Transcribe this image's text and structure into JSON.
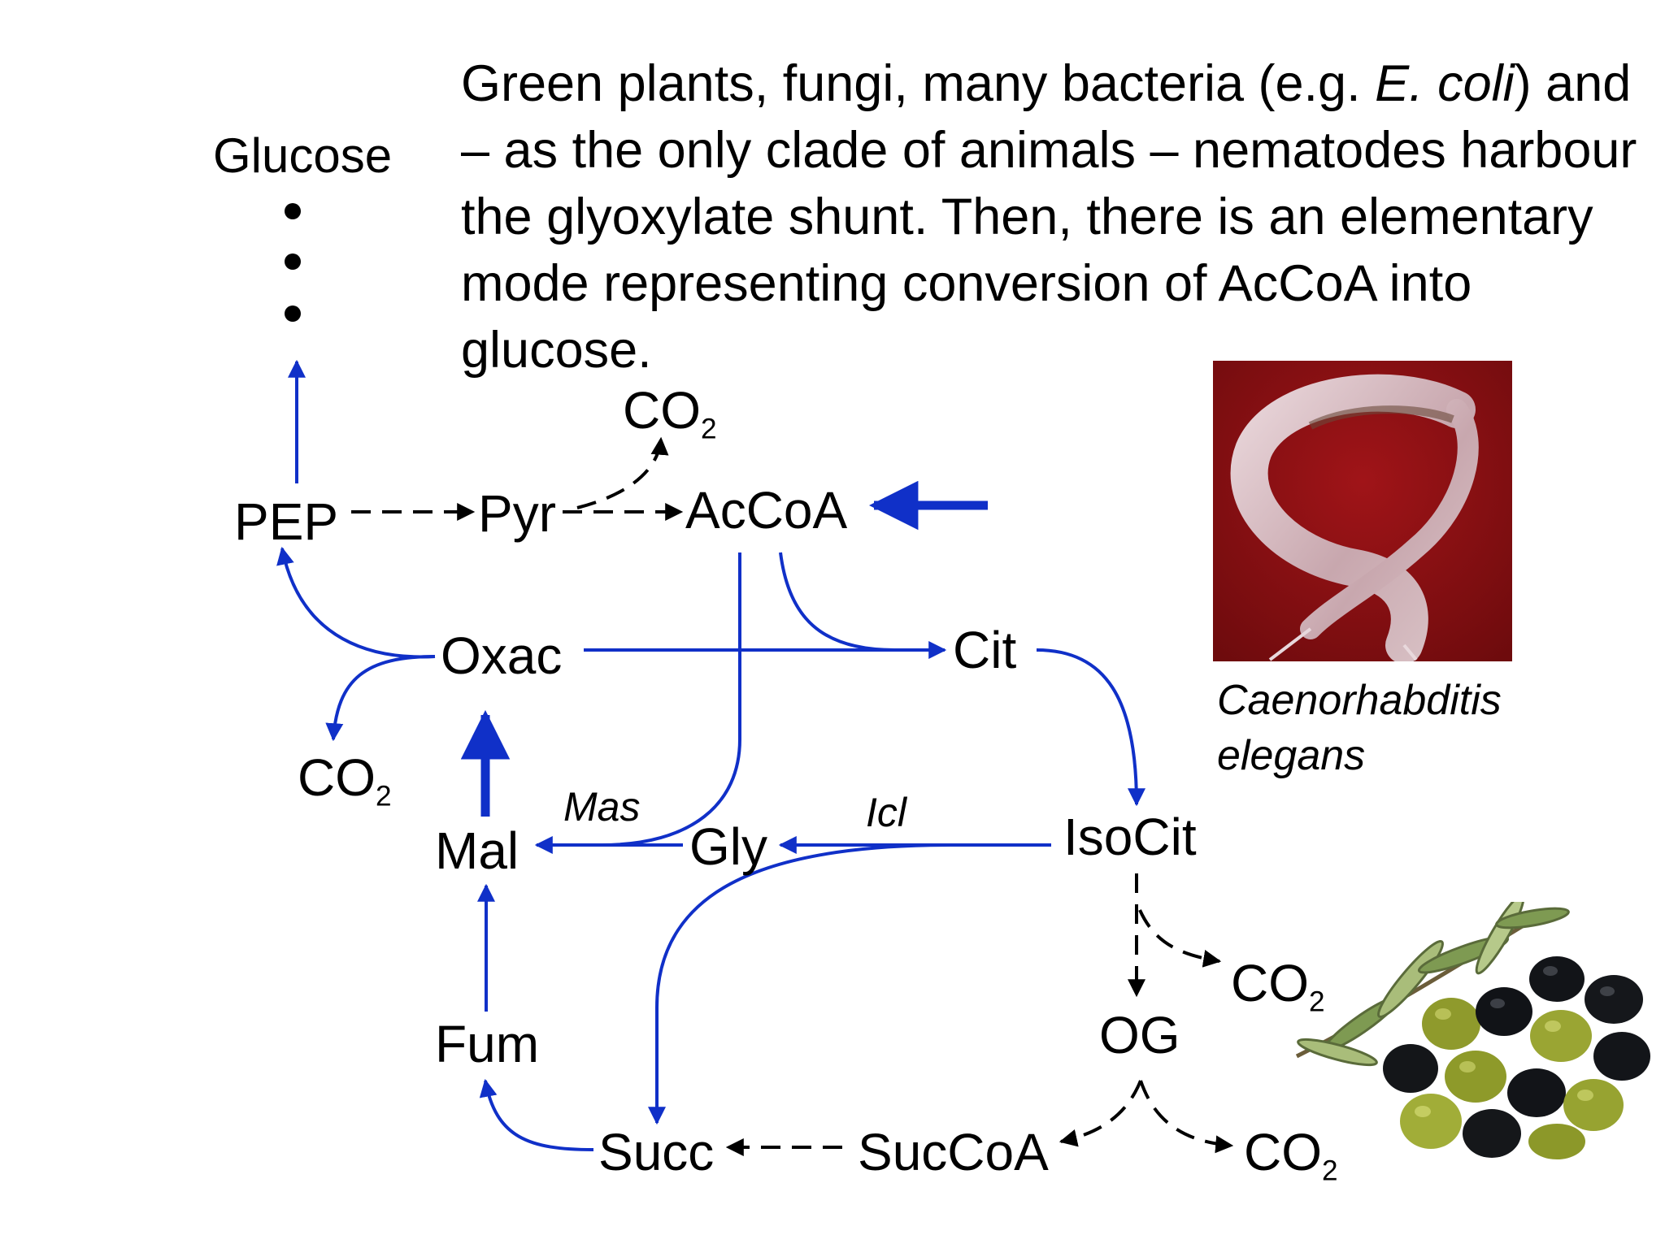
{
  "intro": {
    "part1": "Green plants, fungi, many bacteria (e.g. ",
    "ecoli": "E. coli",
    "part2": ") and – as the only clade of animals – nematodes harbour the glyoxylate shunt. Then, there is an elementary mode representing conversion of AcCoA into glucose."
  },
  "metabolites": {
    "glucose": "Glucose",
    "pep": "PEP",
    "pyr": "Pyr",
    "accoa": "AcCoA",
    "oxac": "Oxac",
    "cit": "Cit",
    "mal": "Mal",
    "gly": "Gly",
    "isocit": "IsoCit",
    "og": "OG",
    "fum": "Fum",
    "succ": "Succ",
    "succoa": "SucCoA",
    "co2_base": "CO",
    "co2_sub": "2"
  },
  "enzymes": {
    "mas": "Mas",
    "icl": "Icl"
  },
  "photo_caption": [
    "Caenorhabditis",
    "elegans"
  ],
  "colors": {
    "arrow_blue": "#1030c8",
    "dashed_black": "#000000",
    "worm_background": "#8b0f12"
  },
  "icons": {
    "worm": "nematode-photo",
    "olives": "olive-branch-photo"
  }
}
